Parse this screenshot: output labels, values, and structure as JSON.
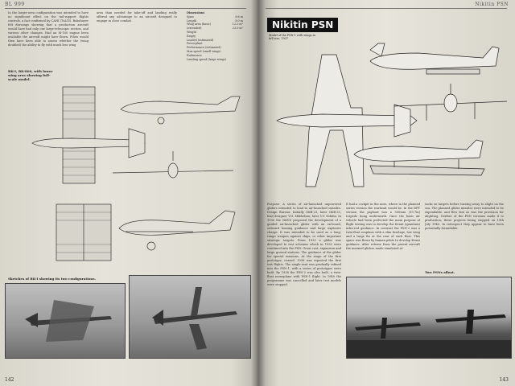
{
  "left_page": {
    "running_head": "BL 999",
    "folio": "142",
    "body_text_top": "In the larger-area configuration was intended to have no significant effect on the tail-support flights controls, a fact confirmed by CAHI (TsAGI). Bakshayev felt drawings showing that a production aircraft would have had only one large-telescopic section, and various other changes. Had an M-100 engine been available the aircraft might have flown. Pilots would then have been able to assess whether the (wing doubled) the ability to fly with much less wing",
    "body_text_top_2": "area than needed for take-off and landing really offered any advantage to an aircraft designed to engage in close combat.",
    "spec_heading": "Dimensions",
    "specs": [
      {
        "label": "Span",
        "value": "8.6 m"
      },
      {
        "label": "Length",
        "value": "8.0 m"
      },
      {
        "label": "Wing area (basic)",
        "value": "12.0 m²"
      },
      {
        "label": "(extended)",
        "value": "23.0 m²"
      },
      {
        "label": "Weight",
        "value": ""
      },
      {
        "label": "Empty",
        "value": ""
      },
      {
        "label": "Loaded (estimated)",
        "value": ""
      },
      {
        "label": "Powerplant",
        "value": ""
      },
      {
        "label": "Performance (estimated)",
        "value": ""
      },
      {
        "label": "Max speed (small wings)",
        "value": ""
      },
      {
        "label": "Endurance",
        "value": ""
      },
      {
        "label": "Landing speed (large wings)",
        "value": ""
      }
    ],
    "drawing_caption": "RK-I, RK-800, with lower wing area showing full-scale model.",
    "photo_caption": "Sketches of RK-I showing its two configurations."
  },
  "right_page": {
    "running_head": "Nikitin PSN",
    "folio": "143",
    "title": "Nikitin PSN",
    "title_caption": "Model of the PSN-1 with wings in full size, 1937",
    "col1_text": "Purpose: A series of air-launched unpowered gliders intended to lead to air-launched missiles. Design Bureau: Initially OKB-23, later OKB-25, lead designer V.G. Mikhelson, later V.V. Nikitin. In 1930 the NKVD proposed the development of a guided air-launched glider with an on-board, onboard homing guidance and large explosive charge. It was intended to be used as a long-range weapon against ships, or other important strategic targets. From 1933 a glider was developed to test schemes which in 1935 were combined into the PSN. Great cost, expansion and large ground stations. The guidance of the glider for special missions. At the stage of the first prototype, ceased. 1936 was reported the first test flights. The single-seat was gradually refined into the PSN-1, with a series of prototypes were built. By 1938 the PSN-2 was also built, a twin-float monoplane with PSN-1 flight. In 1940 the programme was cancelled and later test models were stopped.",
    "col2_text": "It had a cockpit in the nose, where in the planned series version the warhead would be. In the DPT version the payload was a 500mm (19.7in) torpedo hung underneath. Once the basic air vehicle had been perfected the main purpose of flight testing was to develop the Kvant (quantum) infra-red guidance. In contrast the PSN-2 was a twin-float seaplane with a slim fuselage, low wing and a large fin at the rear of each float. This space was flown by human pilots to develop Kvant guidance. After release from the parent aircraft the manned gliders made simulated at-",
    "col3_text": "tacks on targets before turning away to alight on the sea. The planned glider missiles were intended to be expendable, and flew fast as was the provision for alighting. Neither of the PSN versions made it to production; these projects being stopped on 19th July 1940. In retrospect they appear to have been potentially formidable.",
    "photo_caption": "Two PSNs afloat."
  }
}
